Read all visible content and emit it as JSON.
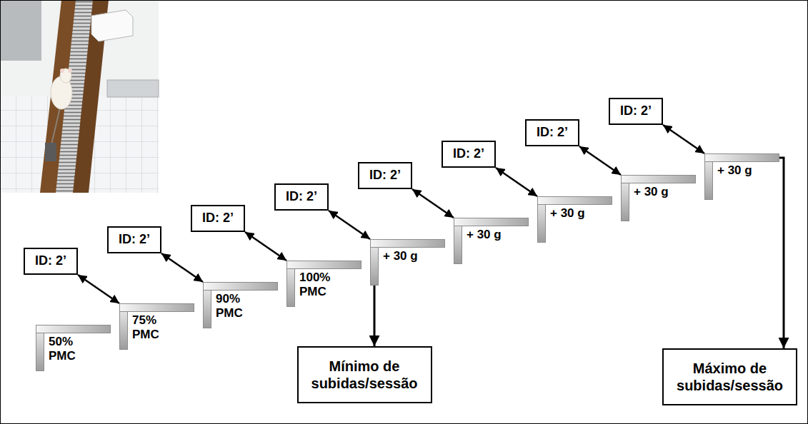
{
  "diagram": {
    "nodes": [
      {
        "text": [
          "50% PMC"
        ]
      },
      {
        "text": [
          "75% PMC"
        ]
      },
      {
        "text": [
          "90% PMC"
        ]
      },
      {
        "text": [
          "100% PMC"
        ]
      },
      {
        "text": [
          "+ 30 g"
        ]
      },
      {
        "text": [
          "+ 30 g"
        ]
      },
      {
        "text": [
          "+ 30 g"
        ]
      },
      {
        "text": [
          "+ 30 g"
        ]
      },
      {
        "text": [
          "+ 30 g"
        ]
      },
      {
        "text": [
          "ID: 2’"
        ]
      },
      {
        "text": [
          "ID: 2’"
        ]
      },
      {
        "text": [
          "ID: 2’"
        ]
      },
      {
        "text": [
          "ID: 2’"
        ]
      },
      {
        "text": [
          "ID: 2’"
        ]
      },
      {
        "text": [
          "ID: 2’"
        ]
      },
      {
        "text": [
          "ID: 2’"
        ]
      },
      {
        "text": [
          "ID: 2’"
        ]
      },
      {
        "text": [
          "Mínimo de subidas/sessão"
        ]
      },
      {
        "text": [
          "Máximo de subidas/sessão"
        ]
      }
    ],
    "edges": [
      {
        "from": 9,
        "to": 1,
        "arrow": "both"
      },
      {
        "from": 10,
        "to": 2,
        "arrow": "both"
      },
      {
        "from": 11,
        "to": 3,
        "arrow": "both"
      },
      {
        "from": 12,
        "to": 4,
        "arrow": "both"
      },
      {
        "from": 13,
        "to": 5,
        "arrow": "both"
      },
      {
        "from": 14,
        "to": 6,
        "arrow": "both"
      },
      {
        "from": 15,
        "to": 7,
        "arrow": "both"
      },
      {
        "from": 16,
        "to": 8,
        "arrow": "both"
      },
      {
        "from": 4,
        "to": 17,
        "arrow": "to"
      },
      {
        "from": 8,
        "to": 18,
        "arrow": "to"
      }
    ]
  }
}
